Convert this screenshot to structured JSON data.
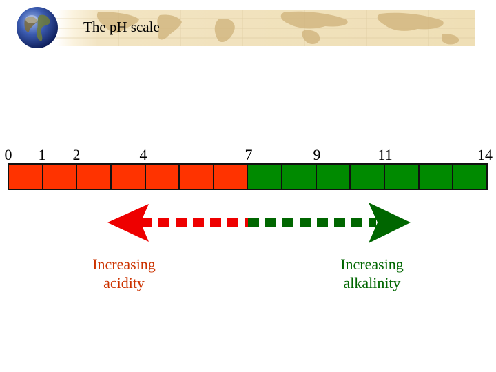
{
  "header": {
    "title": "The pH scale",
    "globe_icon": "globe-icon"
  },
  "scale": {
    "tick_labels": [
      {
        "text": "0",
        "value": 0
      },
      {
        "text": "1",
        "value": 1
      },
      {
        "text": "2",
        "value": 2
      },
      {
        "text": "4",
        "value": 4
      },
      {
        "text": "7",
        "value": 7
      },
      {
        "text": "9",
        "value": 9
      },
      {
        "text": "11",
        "value": 11
      },
      {
        "text": "14",
        "value": 14
      }
    ],
    "segments": 14,
    "acid_segments": 7,
    "acid_color": "#ff3300",
    "alkali_color": "#008a00"
  },
  "arrows": {
    "acid": {
      "label_line1": "Increasing",
      "label_line2": "acidity",
      "color": "#ee0000",
      "direction": "left"
    },
    "alkali": {
      "label_line1": "Increasing",
      "label_line2": "alkalinity",
      "color": "#006600",
      "direction": "right"
    }
  }
}
